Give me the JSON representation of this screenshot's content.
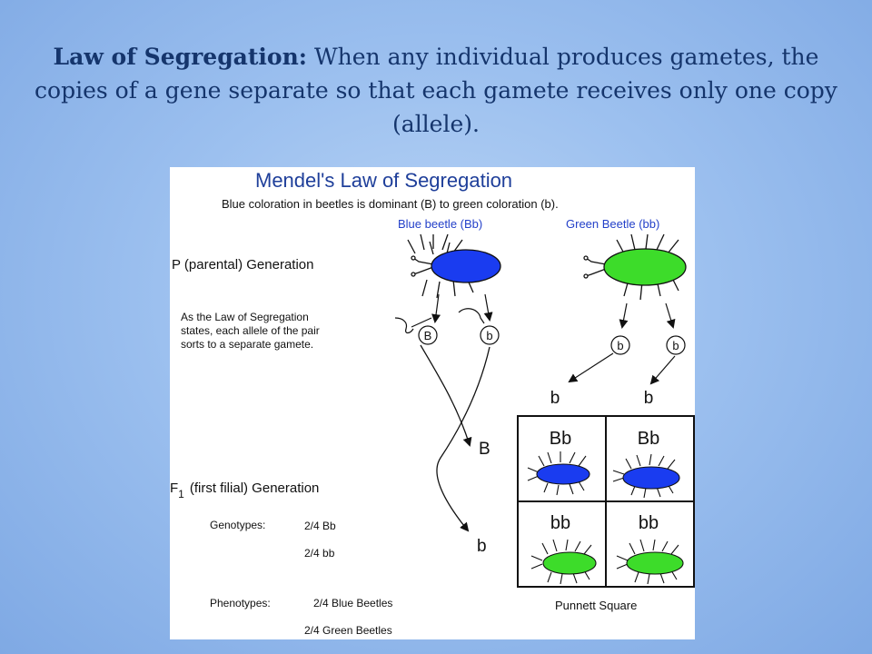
{
  "slide": {
    "term": "Law of Segregation:",
    "definition": " When any individual produces gametes, the copies of a gene separate so that each gamete receives only one copy (allele)."
  },
  "figure": {
    "title": "Mendel's Law of Segregation",
    "subtitle": "Blue coloration in beetles is dominant (B) to green coloration (b).",
    "blue_parent_label": "Blue beetle (Bb)",
    "green_parent_label": "Green Beetle (bb)",
    "p_generation_label": "P (parental) Generation",
    "note_lines": [
      "As the Law of Segregation",
      "states, each allele of the pair",
      "sorts to a separate gamete."
    ],
    "blue_gametes": [
      "B",
      "b"
    ],
    "green_gametes": [
      "b",
      "b"
    ],
    "green_offspring_gametes": [
      "b",
      "b"
    ],
    "cross_outputs": [
      "B",
      "b"
    ],
    "f1_prefix": "F",
    "f1_subscript": "1",
    "f1_rest": "(first filial) Generation",
    "genotypes_label": "Genotypes:",
    "genotypes": [
      "2/4 Bb",
      "2/4 bb"
    ],
    "phenotypes_label": "Phenotypes:",
    "phenotypes": [
      "2/4 Blue Beetles",
      "2/4 Green Beetles"
    ],
    "punnett_cells": [
      "Bb",
      "Bb",
      "bb",
      "bb"
    ],
    "punnett_caption": "Punnett Square",
    "colors": {
      "blue_beetle": "#1a3cf0",
      "green_beetle": "#3ddc2a",
      "title": "#1f3f9a",
      "parent_labels": "#2340c9"
    }
  }
}
